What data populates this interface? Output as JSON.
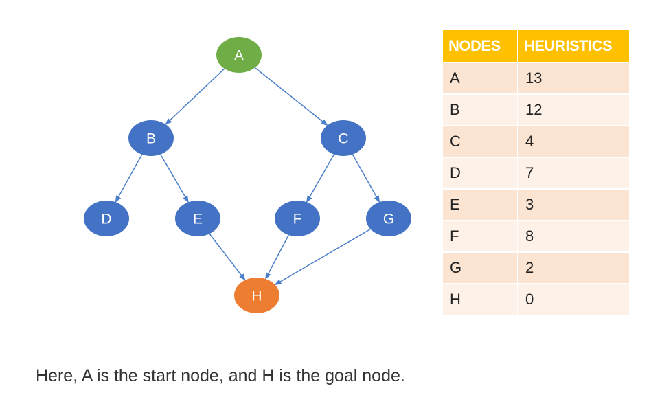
{
  "graph": {
    "nodes": [
      {
        "id": "A",
        "label": "A",
        "color": "#70ad47"
      },
      {
        "id": "B",
        "label": "B",
        "color": "#4472c4"
      },
      {
        "id": "C",
        "label": "C",
        "color": "#4472c4"
      },
      {
        "id": "D",
        "label": "D",
        "color": "#4472c4"
      },
      {
        "id": "E",
        "label": "E",
        "color": "#4472c4"
      },
      {
        "id": "F",
        "label": "F",
        "color": "#4472c4"
      },
      {
        "id": "G",
        "label": "G",
        "color": "#4472c4"
      },
      {
        "id": "H",
        "label": "H",
        "color": "#ed7d31"
      }
    ],
    "edges": [
      {
        "from": "A",
        "to": "B"
      },
      {
        "from": "A",
        "to": "C"
      },
      {
        "from": "B",
        "to": "D"
      },
      {
        "from": "B",
        "to": "E"
      },
      {
        "from": "C",
        "to": "F"
      },
      {
        "from": "C",
        "to": "G"
      },
      {
        "from": "E",
        "to": "H"
      },
      {
        "from": "F",
        "to": "H"
      },
      {
        "from": "G",
        "to": "H"
      }
    ],
    "edge_color": "#4a7ec9"
  },
  "table": {
    "headers": [
      "NODES",
      "HEURISTICS"
    ],
    "header_color": "#ffc000",
    "rows": [
      {
        "node": "A",
        "heuristic": "13"
      },
      {
        "node": "B",
        "heuristic": "12"
      },
      {
        "node": "C",
        "heuristic": "4"
      },
      {
        "node": "D",
        "heuristic": "7"
      },
      {
        "node": "E",
        "heuristic": "3"
      },
      {
        "node": "F",
        "heuristic": "8"
      },
      {
        "node": "G",
        "heuristic": "2"
      },
      {
        "node": "H",
        "heuristic": "0"
      }
    ]
  },
  "caption": "Here, A is the start node, and H is the goal node."
}
